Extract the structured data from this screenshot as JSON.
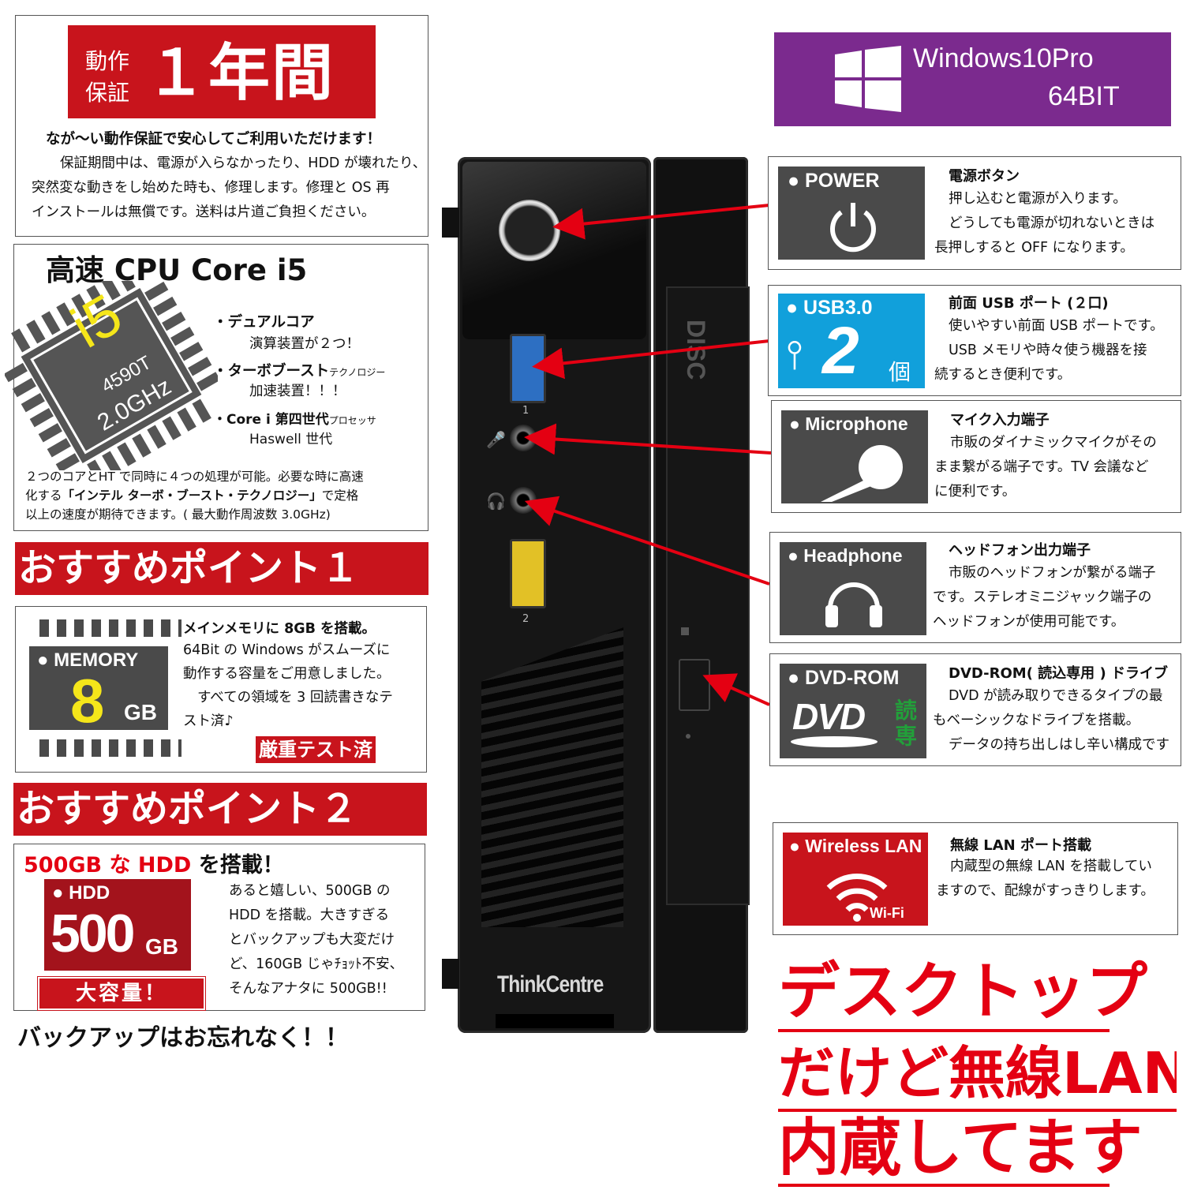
{
  "warranty": {
    "tag_line1": "動作",
    "tag_line2": "保証",
    "period": "１年間",
    "headline": "なが〜い動作保証で安心してご利用いただけます！",
    "body1": "保証期間中は、電源が入らなかったり、HDD が壊れたり、",
    "body2": "突然変な動きをし始めた時も、修理します。修理と OS 再",
    "body3": "インストールは無償です。送料は片道ご負担ください。"
  },
  "os": {
    "name": "Windows10Pro",
    "bits": "64BIT",
    "color": "#7b2a8e"
  },
  "cpu": {
    "title": "高速 CPU Core i5",
    "chip_main": "i5",
    "chip_model": "4590T",
    "chip_clock": "2.0GHz",
    "feat1_title": "・デュアルコア",
    "feat1_sub": "演算装置が２つ！",
    "feat2_title": "・ターボブースト",
    "feat2_suffix": "テクノロジー",
    "feat2_sub": "加速装置！！！",
    "feat3_title": "・Core i 第四世代",
    "feat3_suffix": "プロセッサ",
    "feat3_sub": "Haswell 世代",
    "note1": "２つのコアとHT で同時に４つの処理が可能。必要な時に高速",
    "note2_a": "化する",
    "note2_b": "「インテル ターボ・ブースト・テクノロジー」",
    "note2_c": "で定格",
    "note3": "以上の速度が期待できます。( 最大動作周波数 3.0GHz)"
  },
  "point1": {
    "banner": "おすすめポイント１",
    "label": "● MEMORY",
    "size": "8",
    "unit": "GB",
    "title": "メインメモリに 8GB を搭載。",
    "body1": "64Bit の Windows がスムーズに",
    "body2": "動作する容量をご用意しました。",
    "body3": "すべての領域を 3 回読書きなテ",
    "body4": "スト済♪",
    "badge": "厳重テスト済"
  },
  "point2": {
    "banner": "おすすめポイント２",
    "headline_a": "500GB な HDD",
    "headline_b": " を搭載！",
    "label": "● HDD",
    "size": "500",
    "unit": "GB",
    "badge": "大容量！",
    "body1": "あると嬉しい、500GB の",
    "body2": "HDD を搭載。大きすぎる",
    "body3": "とバックアップも大変だけ",
    "body4": "ど、160GB じゃﾁｮｯﾄ不安、",
    "body5": "そんなアナタに 500GB!!",
    "footer": "バックアップはお忘れなく！！"
  },
  "pc": {
    "brand": "ThinkCentre",
    "port1": "1",
    "port2": "2"
  },
  "features": [
    {
      "icon_label": "● POWER",
      "title": "電源ボタン",
      "l1": "押し込むと電源が入ります。",
      "l2": "どうしても電源が切れないときは",
      "l3": "長押しすると OFF になります。"
    },
    {
      "icon_label": "● USB3.0",
      "count": "2",
      "count_unit": "個",
      "title": "前面 USB ポート (２口)",
      "l1": "使いやすい前面 USB ポートです。",
      "l2": "USB メモリや時々使う機器を接",
      "l3": "続するとき便利です。"
    },
    {
      "icon_label": "● Microphone",
      "title": "マイク入力端子",
      "l1": "市販のダイナミックマイクがその",
      "l2": "まま繋がる端子です。TV 会議など",
      "l3": "に便利です。"
    },
    {
      "icon_label": "● Headphone",
      "title": "ヘッドフォン出力端子",
      "l1": "市販のヘッドフォンが繋がる端子",
      "l2": "です。ステレオミニジャック端子の",
      "l3": "ヘッドフォンが使用可能です。"
    },
    {
      "icon_label": "● DVD-ROM",
      "logo": "DVD",
      "side": "読専",
      "title": "DVD-ROM( 読込専用 ) ドライブ",
      "l1": "DVD が読み取りできるタイプの最",
      "l2": "もベーシックなドライブを搭載。",
      "l3": "データの持ち出しはし辛い構成です"
    },
    {
      "icon_label": "● Wireless LAN",
      "sub": "Wi-Fi",
      "title": "無線 LAN ポート搭載",
      "l1": "内蔵型の無線 LAN を搭載してい",
      "l2": "ますので、配線がすっきりします。"
    }
  ],
  "slogan": {
    "line1": "デスクトップ",
    "line2": "だけど無線LAN",
    "line3": "内蔵してます"
  }
}
